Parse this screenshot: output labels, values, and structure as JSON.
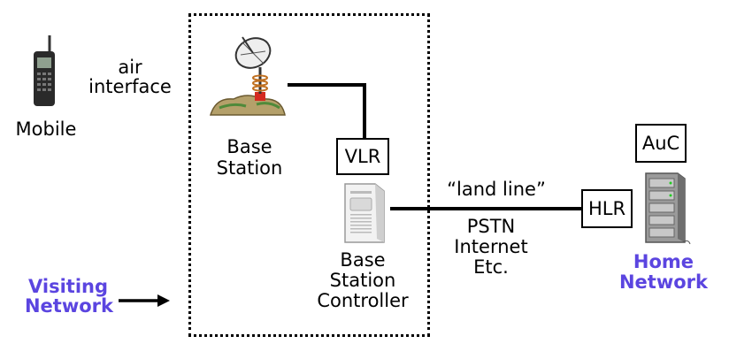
{
  "labels": {
    "air_interface": [
      "air",
      "interface"
    ],
    "mobile": "Mobile",
    "base_station": [
      "Base",
      "Station"
    ],
    "vlr": "VLR",
    "bsc": [
      "Base",
      "Station",
      "Controller"
    ],
    "land_line": "“land line”",
    "pstn": [
      "PSTN",
      "Internet",
      "Etc."
    ],
    "hlr": "HLR",
    "auc": "AuC",
    "home_network": [
      "Home",
      "Network"
    ],
    "visiting_network": [
      "Visiting",
      "Network"
    ]
  },
  "colors": {
    "network_label": "#5b45e0",
    "line": "#000000"
  },
  "icons": {
    "mobile": "cell-phone-icon",
    "base_station": "satellite-dish-icon",
    "bsc": "server-tower-icon",
    "home_server": "server-rack-icon"
  }
}
